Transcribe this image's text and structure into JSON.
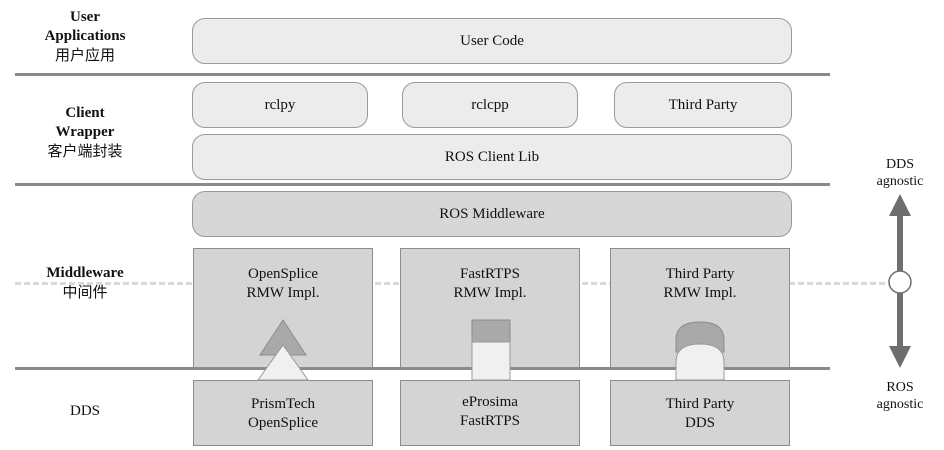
{
  "layers": {
    "user_app": {
      "en_line1": "User",
      "en_line2": "Applications",
      "zh": "用户应用"
    },
    "client": {
      "en_line1": "Client",
      "en_line2": "Wrapper",
      "zh": "客户端封装"
    },
    "middleware": {
      "en": "Middleware",
      "zh": "中间件"
    },
    "dds": {
      "label": "DDS"
    }
  },
  "boxes": {
    "user_code": "User Code",
    "rclpy": "rclpy",
    "rclcpp": "rclcpp",
    "third_party": "Third Party",
    "ros_client_lib": "ROS Client Lib",
    "ros_middleware": "ROS Middleware",
    "opensplice_rmw": {
      "line1": "OpenSplice",
      "line2": "RMW Impl."
    },
    "fastrtps_rmw": {
      "line1": "FastRTPS",
      "line2": "RMW Impl."
    },
    "thirdparty_rmw": {
      "line1": "Third Party",
      "line2": "RMW Impl."
    },
    "prismtech": {
      "line1": "PrismTech",
      "line2": "OpenSplice"
    },
    "eprosima": {
      "line1": "eProsima",
      "line2": "FastRTPS"
    },
    "thirdparty_dds": {
      "line1": "Third Party",
      "line2": "DDS"
    }
  },
  "side": {
    "top": {
      "line1": "DDS",
      "line2": "agnostic"
    },
    "bottom": {
      "line1": "ROS",
      "line2": "agnostic"
    }
  },
  "colors": {
    "separator": "#8a8a8a",
    "box_fill": "#d4d4d4",
    "pill_fill": "#ececec",
    "arrow": "#6e6e6e",
    "connector_dark": "#a9a9a9",
    "connector_light": "#f0f0f0"
  }
}
